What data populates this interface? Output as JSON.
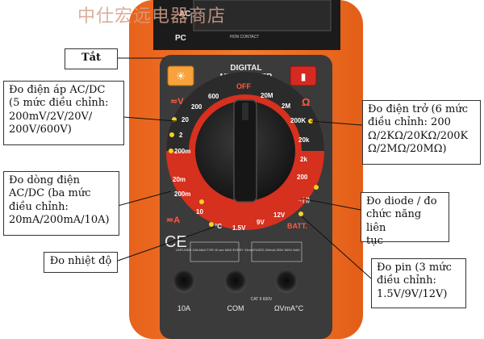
{
  "watermark": "中仕宏远电器商店",
  "meter": {
    "top_labels": {
      "ac": "AC",
      "pc": "PC",
      "contact": "HON CONTACT"
    },
    "title_line1": "DIGITAL",
    "title_line2": "MULTIMETER",
    "dial_labels": {
      "off": "OFF",
      "v_sym": "≂V",
      "v600": "600",
      "v200": "200",
      "v20": "20",
      "v2": "2",
      "v200m": "200m",
      "a_sym": "≂A",
      "a200m": "200m",
      "a10": "10",
      "a20m": "20m",
      "temp": "°C",
      "bat15": "1.5V",
      "bat9": "9V",
      "bat12": "12V",
      "batt": "BATT.",
      "diode": "→|·))",
      "ohm_sym": "Ω",
      "r20m": "20M",
      "r2m": "2M",
      "r200k": "200K",
      "r20k": "20k",
      "r2k": "2k",
      "r200": "200"
    },
    "warnings": {
      "unfused": "UNFUSED 10A MAX FOR 10 sec MAX EVERY 15min",
      "fused": "FUSED 200mA 250V 600V MAX",
      "cat": "CAT II 600V"
    },
    "jacks": {
      "a10": "10A",
      "com": "COM",
      "vma": "ΩVmA°C"
    },
    "ce": "CE"
  },
  "callouts": {
    "off": [
      "Tắt"
    ],
    "voltage": [
      "Đo điện áp AC/DC",
      "(5 mức điều chỉnh:",
      "200mV/2V/20V/",
      "200V/600V)"
    ],
    "current": [
      "Đo dòng điện",
      "AC/DC (ba mức",
      "điều chỉnh:",
      "20mA/200mA/10A)"
    ],
    "temperature": [
      "Đo nhiệt độ"
    ],
    "resistance": [
      "Đo điện trở (6 mức",
      "điều chỉnh: 200",
      "Ω/2KΩ/20KΩ/200K",
      "Ω/2MΩ/20MΩ)"
    ],
    "diode": [
      "Đo diode / đo",
      "chức năng liên",
      "tục"
    ],
    "battery": [
      "Đo pin (3 mức",
      "điều chỉnh:",
      "1.5V/9V/12V)"
    ]
  }
}
